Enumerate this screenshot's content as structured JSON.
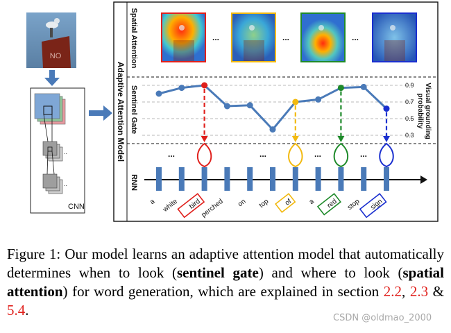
{
  "figure": {
    "cnn_label": "CNN",
    "panel_label": "Adaptive Attention Model",
    "sections": {
      "spatial": "Spatial Attention",
      "sentinel": "Sentinel Gate",
      "rnn": "RNN"
    },
    "right_axis_label_1": "Visual grounding",
    "right_axis_label_2": "probability",
    "yticks": [
      "0.9",
      "0.7",
      "0.5",
      "0.3"
    ],
    "ellipsis": "...",
    "words": [
      "a",
      "white",
      "bird",
      "perched",
      "on",
      "top",
      "of",
      "a",
      "red",
      "stop",
      "sign"
    ],
    "highlighted_words": {
      "bird": "#e0201c",
      "of": "#f2b90f",
      "red": "#1e8a2a",
      "sign": "#1a2fcf"
    }
  },
  "chart_data": {
    "type": "line",
    "x": [
      "a",
      "white",
      "bird",
      "perched",
      "on",
      "top",
      "of",
      "a",
      "red",
      "stop",
      "sign"
    ],
    "values": [
      0.8,
      0.87,
      0.9,
      0.65,
      0.66,
      0.37,
      0.7,
      0.73,
      0.87,
      0.88,
      0.62
    ],
    "ylim": [
      0.2,
      1.0
    ],
    "yticks": [
      0.9,
      0.7,
      0.5,
      0.3
    ],
    "ylabel": "Visual grounding probability",
    "line_color": "#4a7ab8",
    "highlight_colors": {
      "bird": "#e0201c",
      "of": "#f2b90f",
      "red": "#1e8a2a",
      "sign": "#1a2fcf"
    }
  },
  "caption": {
    "prefix": "Figure 1: Our model learns an adaptive attention model that automatically determines when to look (",
    "bold1": "sentinel gate",
    "mid": ") and where to look (",
    "bold2": "spatial attention",
    "suffix": ") for word generation, which are explained in section ",
    "ref1": "2.2",
    "sep1": ", ",
    "ref2": "2.3",
    "sep2": " & ",
    "ref3": "5.4",
    "end": "."
  },
  "watermark": "CSDN @oldmao_2000"
}
